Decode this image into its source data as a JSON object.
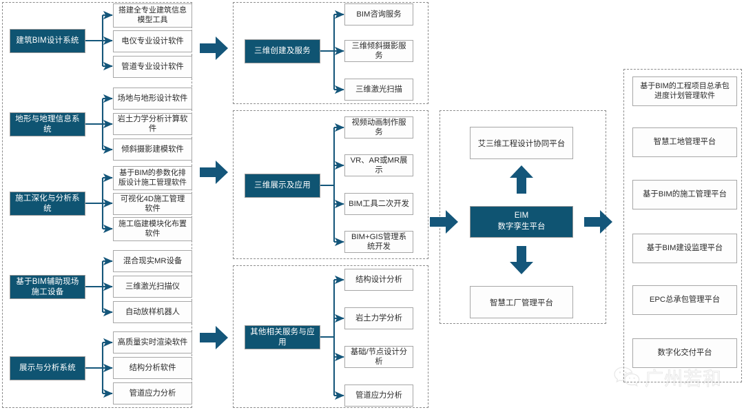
{
  "colors": {
    "accent_dark": "#0f5472",
    "arrow": "#14567a",
    "box_border": "#a6a6a6",
    "dashed_border": "#8a8a8a",
    "leaf_bg": "#fdfdfd",
    "text_dark": "#2b2b2b",
    "text_light": "#ffffff"
  },
  "column1": {
    "groups": [
      {
        "category": "建筑BIM设计系统",
        "items": [
          "搭建全专业建筑信息模型工具",
          "电仪专业设计软件",
          "管道专业设计软件"
        ]
      },
      {
        "category": "地形与地理信息系统",
        "items": [
          "场地与地形设计软件",
          "岩土力学分析计算软件",
          "倾斜摄影建模软件"
        ]
      },
      {
        "category": "施工深化与分析系统",
        "items": [
          "基于BIM的参数化排版设计施工管理软件",
          "可视化4D施工管理软件",
          "施工临建模块化布置软件"
        ]
      },
      {
        "category": "基于BIM辅助现场施工设备",
        "items": [
          "混合现实MR设备",
          "三维激光扫描仪",
          "自动放样机器人"
        ]
      },
      {
        "category": "展示与分析系统",
        "items": [
          "高质量实时渲染软件",
          "结构分析软件",
          "管道应力分析"
        ]
      }
    ]
  },
  "column2": {
    "groups": [
      {
        "category": "三维创建及服务",
        "items": [
          "BIM咨询服务",
          "三维倾斜摄影服务",
          "三维激光扫描"
        ]
      },
      {
        "category": "三维展示及应用",
        "items": [
          "视频动画制作服务",
          "VR、AR或MR展示",
          "BIM工具二次开发",
          "BIM+GIS管理系统开发"
        ]
      },
      {
        "category": "其他相关服务与应用",
        "items": [
          "结构设计分析",
          "岩土力学分析",
          "基础/节点设计分析",
          "管道应力分析"
        ]
      }
    ]
  },
  "center": {
    "top_platform": "艾三维工程设计协同平台",
    "core_line1": "EIM",
    "core_line2": "数字孪生平台",
    "core_label": "EIM\n数字孪生平台",
    "bottom_platform": "智慧工厂管理平台"
  },
  "column3": {
    "items": [
      "基于BIM的工程项目总承包进度计划管理软件",
      "智慧工地管理平台",
      "基于BIM的施工管理平台",
      "基于BIM建设监理平台",
      "EPC总承包管理平台",
      "数字化交付平台"
    ]
  },
  "arrows": {
    "between_col1_col2_top": "right-chevron-arrow",
    "between_col1_col2_mid": "right-chevron-arrow",
    "between_col1_col2_bottom": "right-chevron-arrow",
    "into_core": "right-chevron-arrow",
    "out_of_core": "right-chevron-arrow",
    "core_up": "up-chevron-arrow",
    "core_down": "down-chevron-arrow"
  },
  "watermark": {
    "icon": "wechat-icon",
    "text": "广州若和"
  }
}
